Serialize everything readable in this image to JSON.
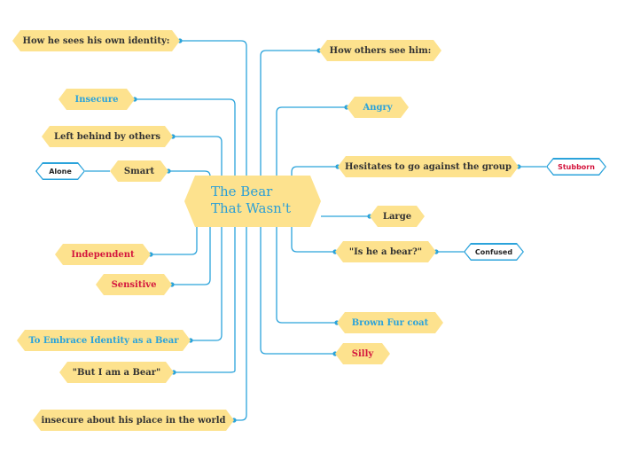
{
  "central_topic": {
    "line1": "The Bear",
    "line2": "That Wasn't"
  },
  "left_branches": {
    "identity": "How he sees his own identity:",
    "insecure": "Insecure",
    "left_behind": "Left behind by others",
    "smart": "Smart",
    "alone": "Alone",
    "independent": "Independent",
    "sensitive": "Sensitive",
    "embrace": "To Embrace Identity as a Bear",
    "but_bear": "\"But I am a Bear\"",
    "insecure_place": "insecure about his place in the world"
  },
  "right_branches": {
    "others_see": "How others see him:",
    "angry": "Angry",
    "hesitates": "Hesitates to go against the group",
    "stubborn": "Stubborn",
    "large": "Large",
    "is_bear": "\"Is he a bear?\"",
    "confused": "Confused",
    "brown_fur": "Brown Fur coat",
    "silly": "Silly"
  },
  "colors": {
    "node_fill": "#fde28e",
    "connector": "#2ba3db",
    "blue_text": "#2ba3db",
    "red_text": "#d4163e",
    "dark_text": "#333333"
  }
}
